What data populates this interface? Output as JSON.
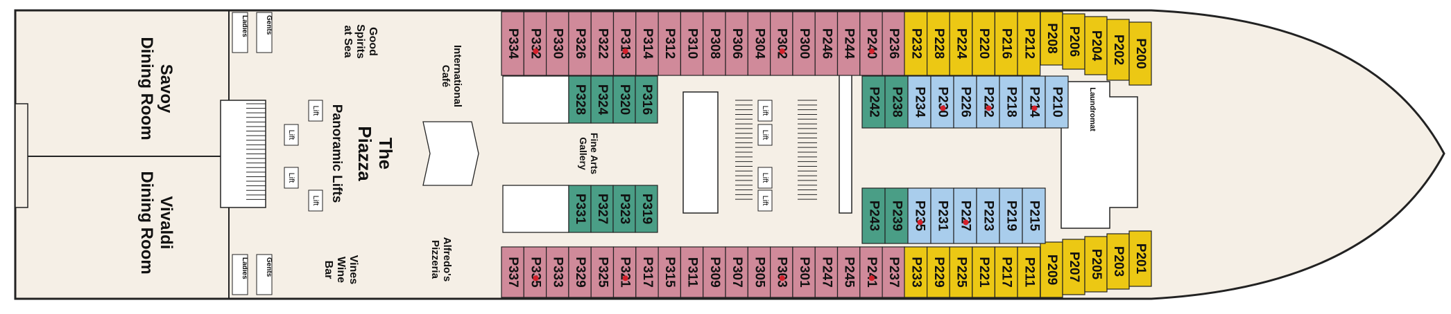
{
  "colors": {
    "suite": "#d08a9a",
    "balcony": "#ecc814",
    "inside": "#a9cdec",
    "oceanview": "#4a9e86",
    "deck": "#f5efe6",
    "accessible_dot": "#d4202a"
  },
  "venues": {
    "savoy": [
      "Savoy",
      "Dining Room"
    ],
    "vivaldi": [
      "Vivaldi",
      "Dining Room"
    ],
    "piazza": [
      "The",
      "Piazza"
    ],
    "panoramic_lifts": "Panoramic Lifts",
    "good_spirits": [
      "Good",
      "Spirits",
      "at Sea"
    ],
    "vines": [
      "Vines",
      "Wine",
      "Bar"
    ],
    "international_cafe": [
      "International",
      "Café"
    ],
    "alfredos": [
      "Alfredo's",
      "Pizzeria"
    ],
    "fine_arts": [
      "Fine Arts",
      "Gallery"
    ],
    "laundromat": "Laundromat"
  },
  "restrooms": {
    "ladies": "Ladies",
    "gents": "Gents"
  },
  "lift_label": "Lift",
  "cabins": {
    "top_suites": [
      "P334",
      "P332",
      "P330",
      "P326",
      "P322",
      "P318",
      "P314",
      "P312",
      "P310",
      "P308",
      "P306",
      "P304",
      "P302",
      "P300",
      "P246",
      "P244",
      "P240",
      "P236"
    ],
    "top_suites_accessible": [
      "P332",
      "P318",
      "P302",
      "P240"
    ],
    "top_balcony": [
      "P232",
      "P228",
      "P224",
      "P220",
      "P216",
      "P212"
    ],
    "top_bow": [
      "P208",
      "P206",
      "P204",
      "P202",
      "P200"
    ],
    "bottom_suites": [
      "P337",
      "P335",
      "P333",
      "P329",
      "P325",
      "P321",
      "P317",
      "P315",
      "P311",
      "P309",
      "P307",
      "P305",
      "P303",
      "P301",
      "P247",
      "P245",
      "P241",
      "P237"
    ],
    "bottom_suites_accessible": [
      "P335",
      "P321",
      "P303",
      "P241"
    ],
    "bottom_balcony": [
      "P233",
      "P229",
      "P225",
      "P221",
      "P217",
      "P211"
    ],
    "bottom_bow": [
      "P209",
      "P207",
      "P205",
      "P203",
      "P201"
    ],
    "fwd_inside_top": [
      "P328",
      "P324",
      "P320",
      "P316"
    ],
    "fwd_inside_bottom": [
      "P331",
      "P327",
      "P323",
      "P319"
    ],
    "mid_ocean_top": [
      "P242",
      "P238"
    ],
    "mid_inside_top": [
      "P234",
      "P230",
      "P226",
      "P222",
      "P218",
      "P214",
      "P210"
    ],
    "mid_inside_top_accessible": [
      "P230",
      "P222",
      "P214"
    ],
    "mid_ocean_bottom": [
      "P243",
      "P239"
    ],
    "mid_inside_bottom": [
      "P235",
      "P231",
      "P227",
      "P223",
      "P219",
      "P215"
    ],
    "mid_inside_bottom_accessible": [
      "P235",
      "P227"
    ]
  }
}
